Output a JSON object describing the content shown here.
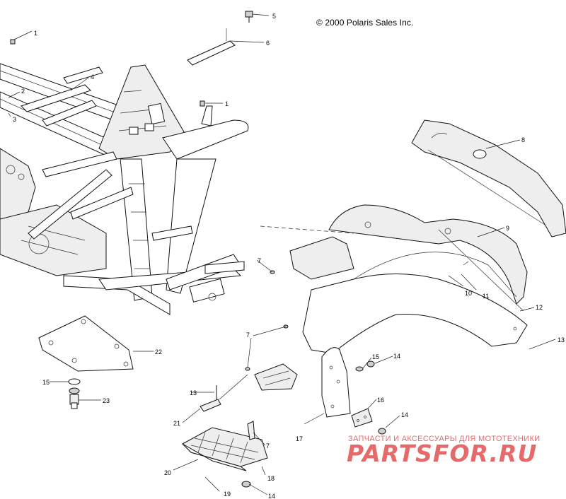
{
  "copyright": "© 2000 Polaris Sales Inc.",
  "watermark": {
    "tagline": "ЗАПЧАСТИ И АКСЕССУАРЫ ДЛЯ МОТОТЕХНИКИ",
    "brand": "PARTSFOR.RU",
    "color": "#e66a6a"
  },
  "callouts": {
    "c1a": "1",
    "c1b": "1",
    "c2": "2",
    "c3": "3",
    "c4": "4",
    "c5": "5",
    "c6": "6",
    "c7a": "7",
    "c7b": "7",
    "c7c": "7",
    "c8": "8",
    "c9": "9",
    "c10": "10",
    "c11": "11",
    "c12": "12",
    "c13a": "13",
    "c13b": "13",
    "c14a": "14",
    "c14b": "14",
    "c14c": "14",
    "c15a": "15",
    "c15b": "15",
    "c16": "16",
    "c17": "17",
    "c18": "18",
    "c19": "19",
    "c20": "20",
    "c21": "21",
    "c22": "22",
    "c23": "23"
  }
}
